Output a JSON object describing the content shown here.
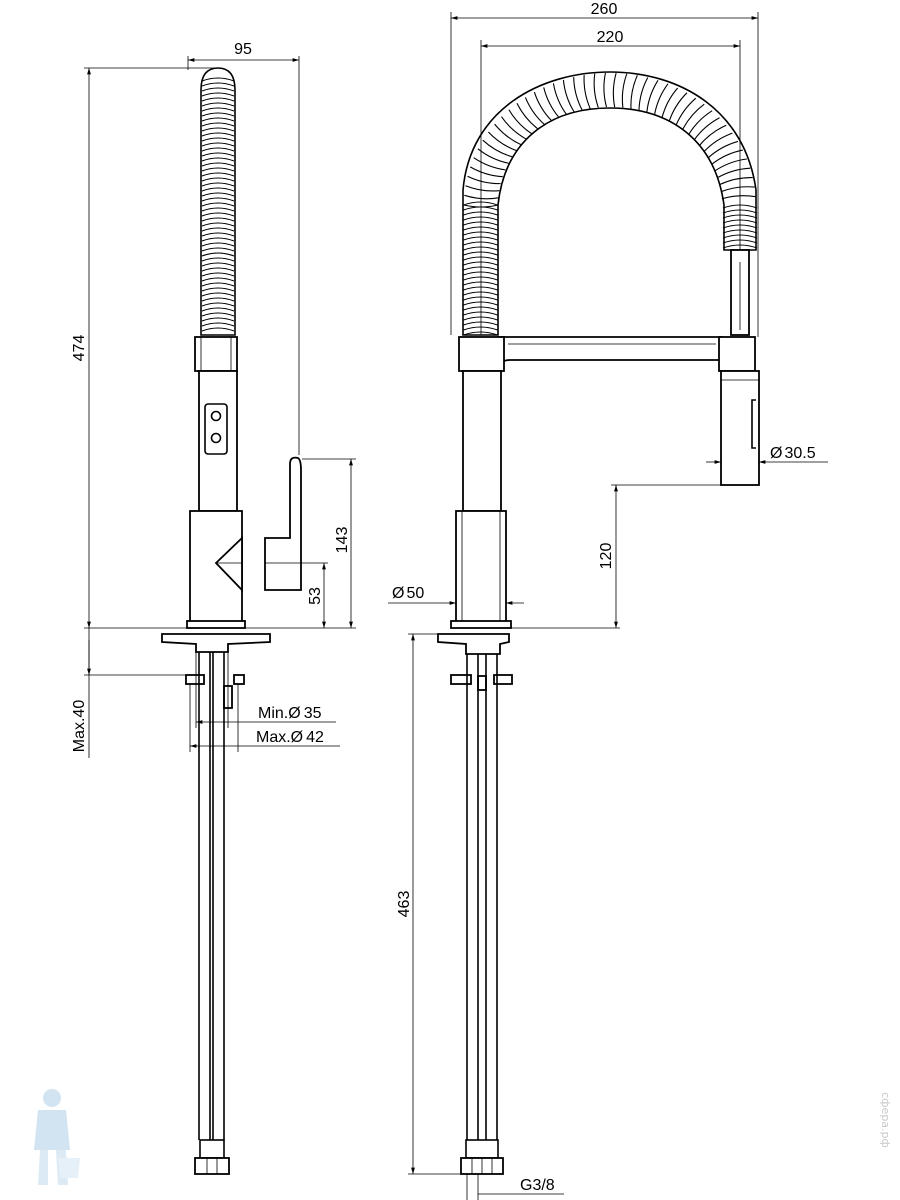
{
  "dimensions": {
    "width_95": "95",
    "height_474": "474",
    "height_143": "143",
    "height_53": "53",
    "max_40": "Max.40",
    "min_35_prefix": "Min.",
    "min_35": "35",
    "max_42_prefix": "Max.",
    "max_42": "42",
    "width_260": "260",
    "width_220": "220",
    "dia_30_5": "30.5",
    "height_120": "120",
    "dia_50": "50",
    "height_463": "463",
    "thread": "G3/8"
  },
  "symbols": {
    "diameter": "Ø"
  },
  "watermark": {
    "text": "сфера.рф",
    "mascot_icon": "plumber-mascot-icon"
  }
}
